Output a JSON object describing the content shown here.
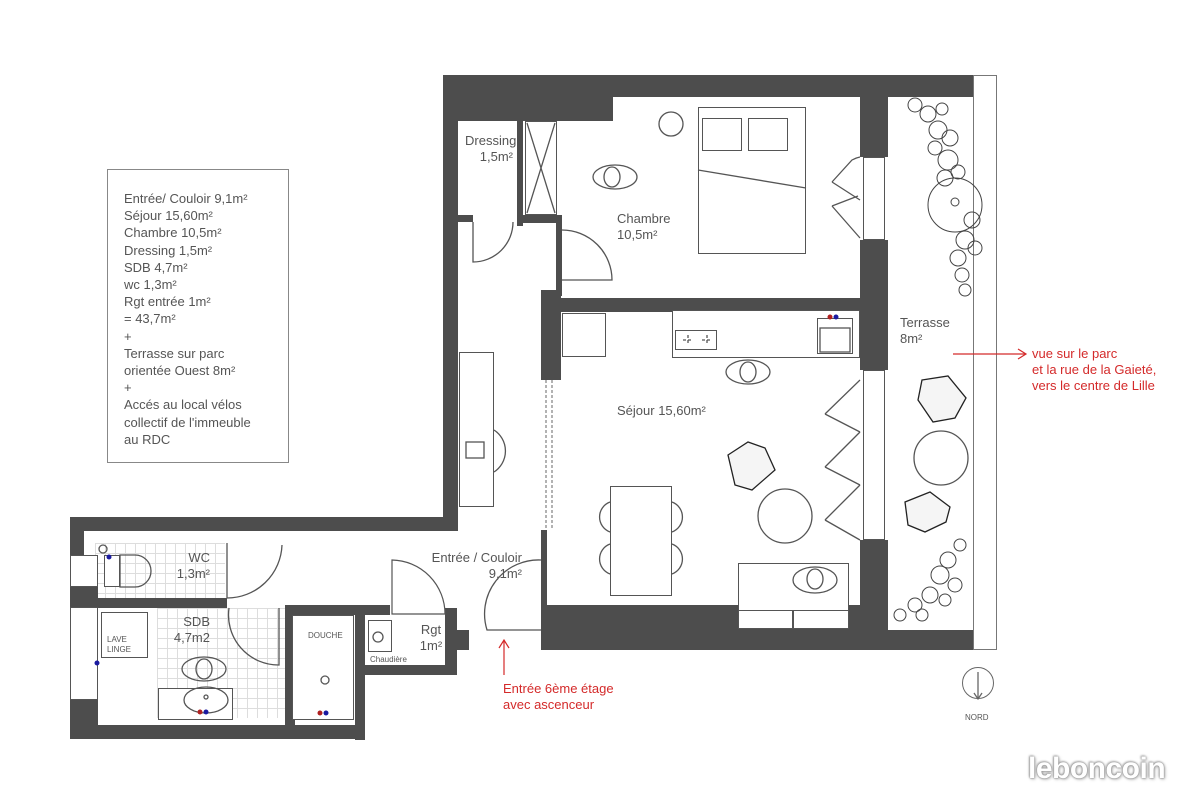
{
  "legend": {
    "lines": [
      "Entrée/ Couloir 9,1m²",
      "Séjour 15,60m²",
      "Chambre 10,5m²",
      "Dressing 1,5m²",
      "SDB 4,7m²",
      "wc 1,3m²",
      "Rgt entrée 1m²",
      "= 43,7m²",
      "+",
      "Terrasse sur parc",
      "orientée Ouest 8m²",
      "+",
      "Accés au local vélos",
      "collectif  de l'immeuble",
      "au RDC"
    ]
  },
  "rooms": {
    "dressing": {
      "name": "Dressing",
      "area": "1,5m²"
    },
    "chambre": {
      "name": "Chambre",
      "area": "10,5m²"
    },
    "terrasse": {
      "name": "Terrasse",
      "area": "8m²"
    },
    "sejour": {
      "name": "Séjour 15,60m²"
    },
    "wc": {
      "name": "WC",
      "area": "1,3m²"
    },
    "sdb": {
      "name": "SDB",
      "area": "4,7m2"
    },
    "entree": {
      "name": "Entrée / Couloir",
      "area": "9,1m²"
    },
    "rgt": {
      "name": "Rgt",
      "area": "1m²"
    }
  },
  "fixtures": {
    "lave_linge": [
      "LAVE",
      "LINGE"
    ],
    "douche": "DOUCHE",
    "chaudiere": "Chaudière"
  },
  "annotations": {
    "view": [
      "vue sur le parc",
      "et la rue de la Gaieté,",
      "vers le centre de Lille"
    ],
    "entrance": [
      "Entrée 6ème étage",
      "avec ascenceur"
    ],
    "annotation_color": "#d42a2a"
  },
  "compass": {
    "label": "NORD"
  },
  "watermark": "leboncoin",
  "colors": {
    "wall": "#4d4d4d",
    "line": "#555555",
    "tile": "#dddddd"
  }
}
